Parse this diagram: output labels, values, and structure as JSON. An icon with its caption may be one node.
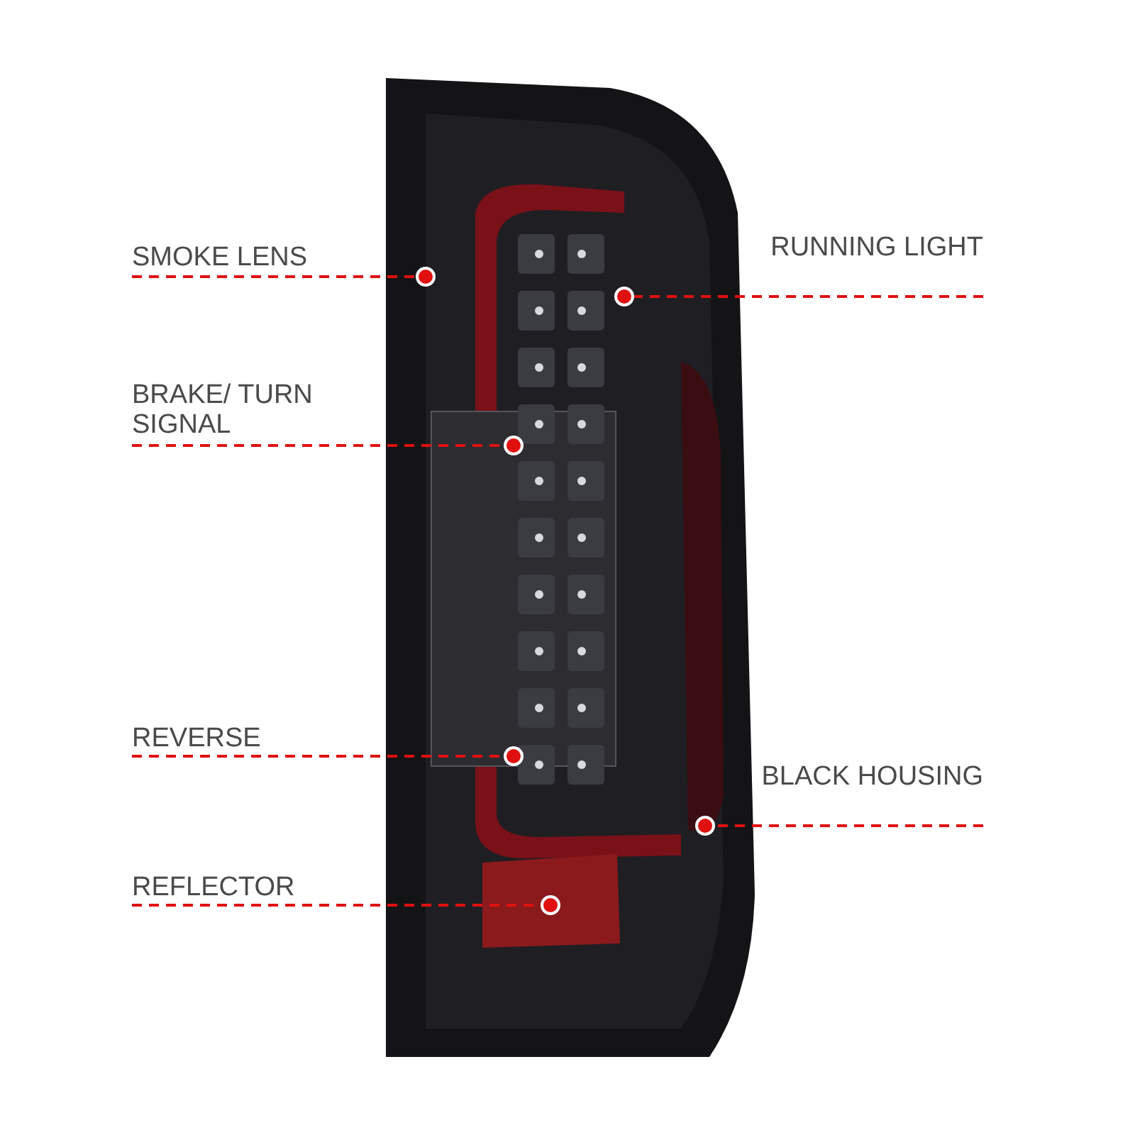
{
  "diagram": {
    "nodes": [
      {
        "text": [
          "SMOKE LENS"
        ]
      },
      {
        "text": [
          "RUNNING LIGHT"
        ]
      },
      {
        "text": [
          "BRAKE/ TURN SIGNAL"
        ]
      },
      {
        "text": [
          "REVERSE"
        ]
      },
      {
        "text": [
          "BLACK HOUSING"
        ]
      },
      {
        "text": [
          "REFLECTOR"
        ]
      }
    ],
    "edges": [
      {
        "from": 0,
        "to": null,
        "arrow": "other",
        "style": "dashed"
      },
      {
        "from": 1,
        "to": null,
        "arrow": "other",
        "style": "dashed"
      },
      {
        "from": 2,
        "to": null,
        "arrow": "other",
        "style": "dashed"
      },
      {
        "from": 3,
        "to": null,
        "arrow": "other",
        "style": "dashed"
      },
      {
        "from": 4,
        "to": null,
        "arrow": "other",
        "style": "dashed"
      },
      {
        "from": 5,
        "to": null,
        "arrow": "other",
        "style": "dashed"
      }
    ]
  }
}
